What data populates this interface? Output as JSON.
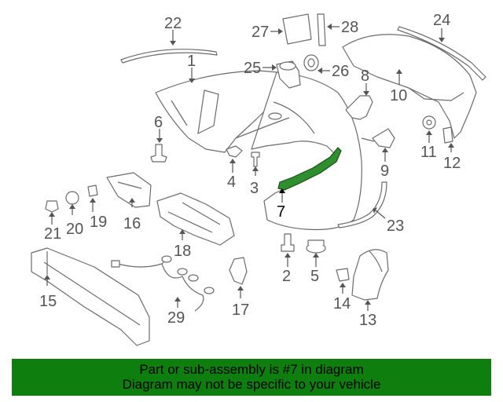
{
  "diagram": {
    "highlight_color": "#2f8f2f",
    "labels": {
      "p1": "1",
      "p2a": "2",
      "p3": "3",
      "p4": "4",
      "p5": "5",
      "p6": "6",
      "p7": "7",
      "p8": "8",
      "p9": "9",
      "p10": "10",
      "p11": "11",
      "p12": "12",
      "p13": "13",
      "p14": "14",
      "p15": "15",
      "p16": "16",
      "p17": "17",
      "p18": "18",
      "p19": "19",
      "p20": "20",
      "p21": "21",
      "p22": "22",
      "p23": "23",
      "p24": "24",
      "p25": "25",
      "p26": "26",
      "p27": "27",
      "p28": "28",
      "p29": "29"
    }
  },
  "banner": {
    "line1": "Part or sub-assembly is #7 in diagram",
    "line2": "Diagram may not be specific to your vehicle",
    "background": "#0e7f0e"
  }
}
